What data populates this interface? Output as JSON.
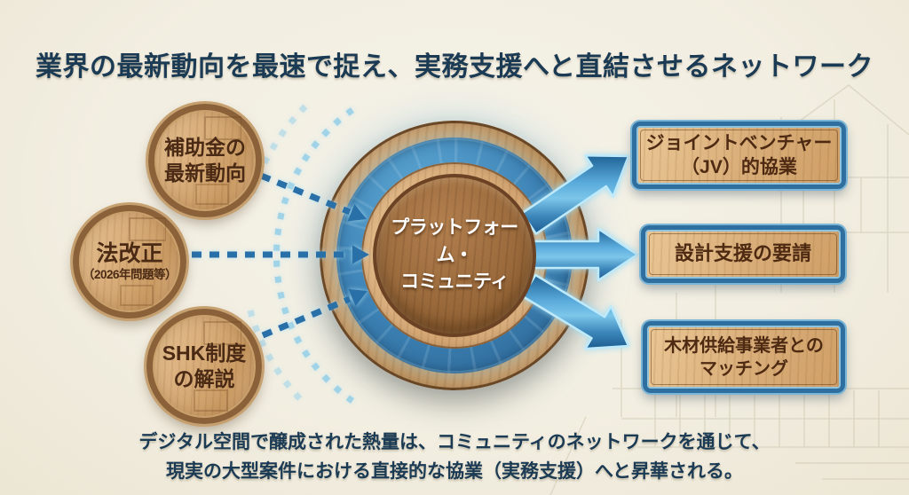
{
  "title": "業界の最新動向を最速で捉え、実務支援へと直結させるネットワーク",
  "sources": [
    {
      "line1": "補助金の",
      "line2": "最新動向"
    },
    {
      "line1": "法改正",
      "line2": "（2026年問題等）"
    },
    {
      "line1": "SHK制度",
      "line2": "の解説"
    }
  ],
  "hub": {
    "line1": "プラットフォーム・",
    "line2": "コミュニティ"
  },
  "outcomes": [
    {
      "line1": "ジョイントベンチャー",
      "line2": "（JV）的協業"
    },
    {
      "line1": "設計支援の要請"
    },
    {
      "line1": "木材供給事業者との",
      "line2": "マッチング"
    }
  ],
  "footer": {
    "line1": "デジタル空間で醸成された熱量は、コミュニティのネットワークを通じて、",
    "line2": "現実の大型案件における直接的な協業（実務支援）へと昇華される。"
  },
  "colors": {
    "background": "#f2eee1",
    "title_text": "#1b3a54",
    "wood_light": "#d8ac78",
    "wood_dark_ring": "#8a6138",
    "hub_inner_wood": "#9a6a3c",
    "blue_ring": "#3b80b3",
    "arrow_blue": "#2a6fa8",
    "arrow_glow": "#8ccbe6",
    "plank_frame_blue": "#2f6f9f",
    "plank_text": "#4e2a12"
  }
}
